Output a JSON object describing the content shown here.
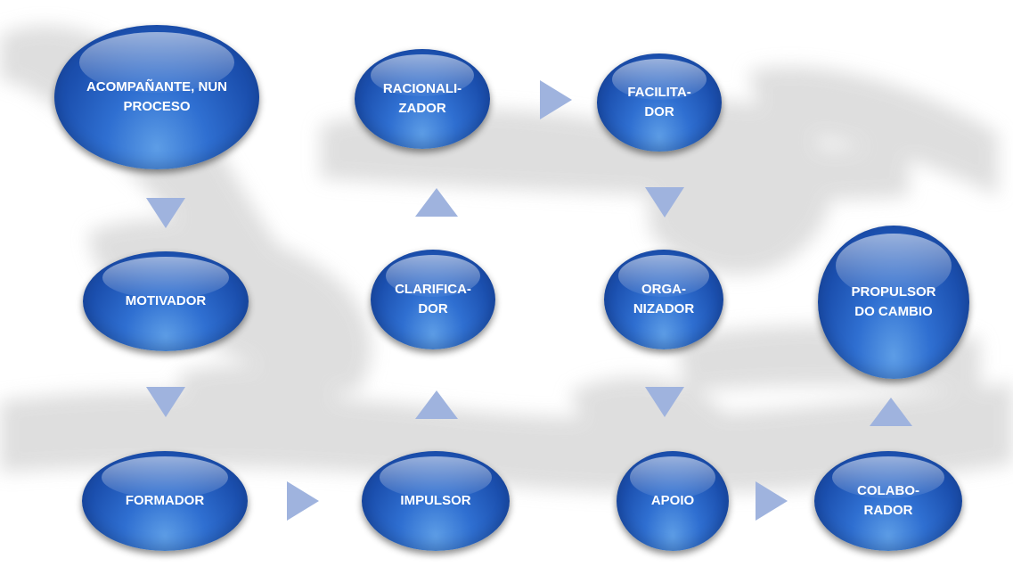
{
  "nodes": {
    "acompanante": "ACOMPAÑANTE, NUN\nPROCESO",
    "racionalizador": "RACIONALI-\nZADOR",
    "facilitador": "FACILITA-\nDOR",
    "motivador": "MOTIVADOR",
    "clarificador": "CLARIFICA-\nDOR",
    "organizador": "ORGA-\nNIZADOR",
    "propulsor": "PROPULSOR\nDO CAMBIO",
    "formador": "FORMADOR",
    "impulsor": "IMPULSOR",
    "apoio": "APOIO",
    "colaborador": "COLABO-\nRADOR"
  },
  "colors": {
    "node_dark": "#153f93",
    "node_light": "#5d9de6",
    "arrow": "#9fb3de"
  }
}
